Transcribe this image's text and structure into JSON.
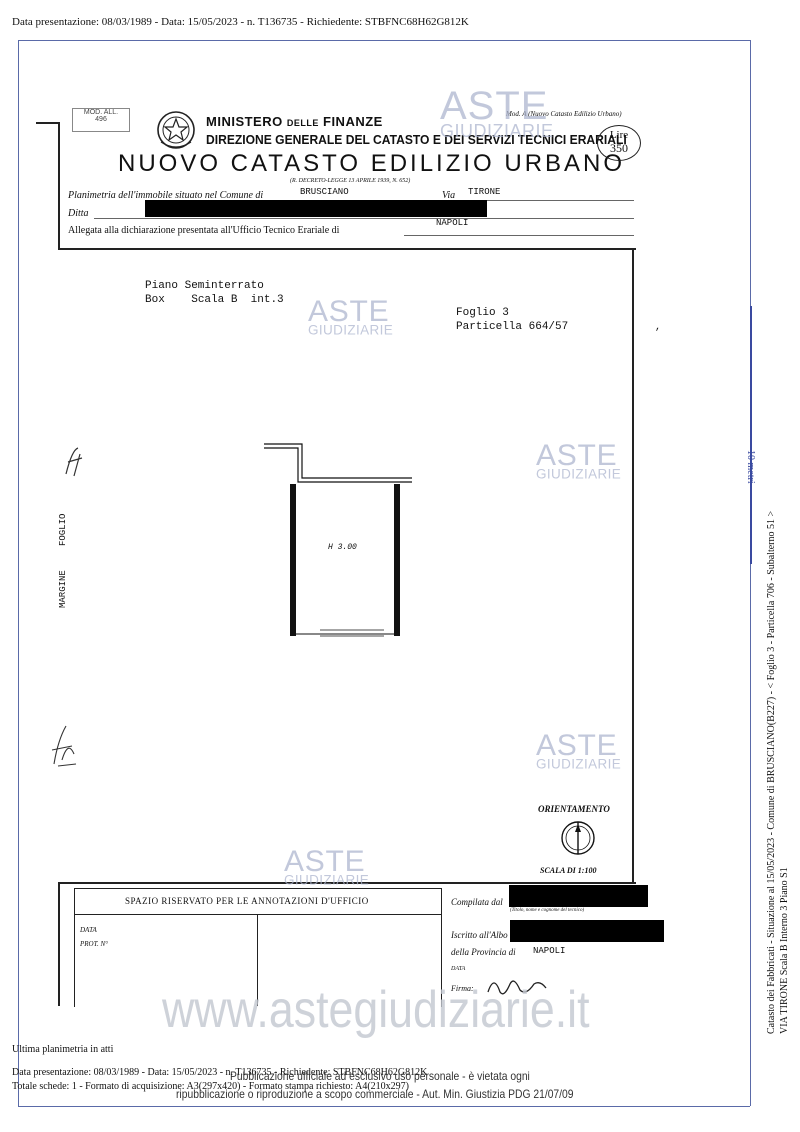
{
  "header_line": "Data presentazione: 08/03/1989 - Data: 15/05/2023 - n. T136735 - Richiedente: STBFNC68H62G812K",
  "form": {
    "model_stamp_top": "MOD. ALL.",
    "model_stamp_num": "496",
    "ministry": "MINISTERO DELLE FINANZE",
    "ministry_main": "MINISTERO",
    "ministry_delle": "DELLE",
    "ministry_finanze": "FINANZE",
    "direzione": "DIREZIONE GENERALE DEL CATASTO E DEI SERVIZI TECNICI ERARIALI",
    "title": "NUOVO CATASTO EDILIZIO URBANO",
    "decree": "(R. DECRETO-LEGGE 13 APRILE 1939, N. 652)",
    "mod_label": "Mod. A (Nuovo Catasto Edilizio Urbano)",
    "price_label": "Lire",
    "price_value": "350",
    "planimetria_label": "Planimetria dell'immobile situato nel Comune di",
    "comune": "BRUSCIANO",
    "via_label": "Via",
    "via": "TIRONE",
    "ditta_label": "Ditta",
    "allegata_label": "Allegata alla dichiarazione presentata all'Ufficio Tecnico Erariale di",
    "ufficio": "NAPOLI"
  },
  "plan": {
    "piano": "Piano Seminterrato",
    "box": "Box",
    "scala": "Scala B",
    "interno": "int.3",
    "foglio": "Foglio 3",
    "particella": "Particella 664/57",
    "height_label": "H 3.00",
    "margin_label": "MARGINE",
    "margin_foglio": "FOGLIO",
    "orientamento": "ORIENTAMENTO",
    "scala_label": "SCALA DI 1:100"
  },
  "footer_form": {
    "spazio": "SPAZIO RISERVATO PER LE ANNOTAZIONI D'UFFICIO",
    "data_label": "DATA",
    "prot_label": "PROT. N°",
    "compilata_label": "Compilata dal",
    "compilata_note": "(Titolo, nome e cognome del tecnico)",
    "iscritto_label": "Iscritto all'Albo de",
    "provincia_label": "della Provincia di",
    "provincia": "NAPOLI",
    "data2_label": "DATA",
    "firma_label": "Firma:"
  },
  "side_text": {
    "line1": "Catasto dei Fabbricati - Situazione al 15/05/2023 - Comune di BRUSCIANO(B227) - < Foglio 3 - Particella 706 - Subalterno 51 >",
    "line2": "VIA TIRONE  Scala B Interno 3 Piano S1",
    "ruler": "10 metri"
  },
  "watermarks": {
    "aste": "ASTE",
    "giudiziarie": "GIUDIZIARIE",
    "site": "www.astegiudiziarie.it"
  },
  "bottom": {
    "ultima": "Ultima planimetria in atti",
    "line1": "Data presentazione: 08/03/1989 - Data: 15/05/2023 - n. T136735 - Richiedente: STBFNC68H62G812K",
    "line2": "Totale schede: 1 - Formato di acquisizione: A3(297x420) - Formato stampa richiesto: A4(210x297)",
    "notice1": "Pubblicazione ufficiale ad esclusivo uso personale - è vietata ogni",
    "notice2": "ripubblicazione o riproduzione a scopo commerciale - Aut. Min. Giustizia PDG 21/07/09"
  }
}
